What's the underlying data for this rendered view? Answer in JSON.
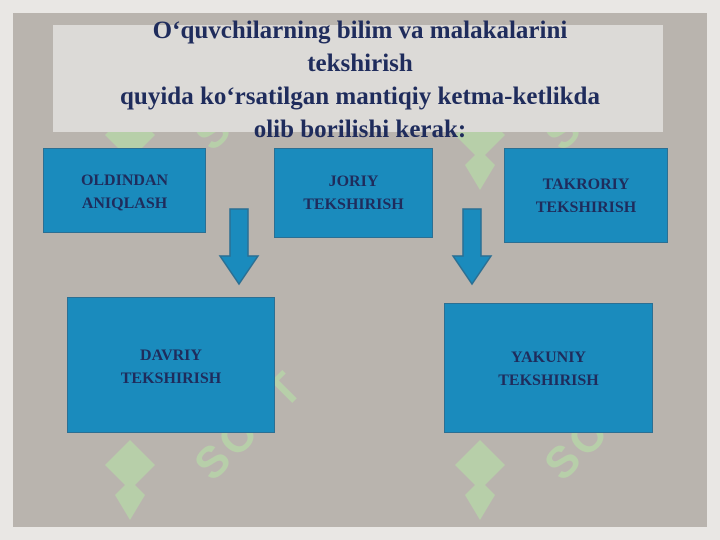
{
  "title": {
    "line1": "O‘quvchilarning bilim va malakalarini",
    "line2": "tekshirish",
    "line3": "quyida ko‘rsatilgan mantiqiy ketma-ketlikda",
    "line4": "olib borilishi kerak:"
  },
  "boxes": {
    "oldindan": {
      "line1": "OLDINDAN",
      "line2": "ANIQLASH"
    },
    "joriy": {
      "line1": "JORIY",
      "line2": "TEKSHIRISH"
    },
    "takroriy": {
      "line1": "TAKRORIY",
      "line2": "TEKSHIRISH"
    },
    "davriy": {
      "line1": "DAVRIY",
      "line2": "TEKSHIRISH"
    },
    "yakuniy": {
      "line1": "YAKUNIY",
      "line2": "TEKSHIRISH"
    }
  },
  "watermark": "SOFT",
  "colors": {
    "box_fill": "#1a8bbd",
    "text": "#1f2c5c",
    "background": "#b9b4ae",
    "watermark": "#b7d9a8"
  }
}
